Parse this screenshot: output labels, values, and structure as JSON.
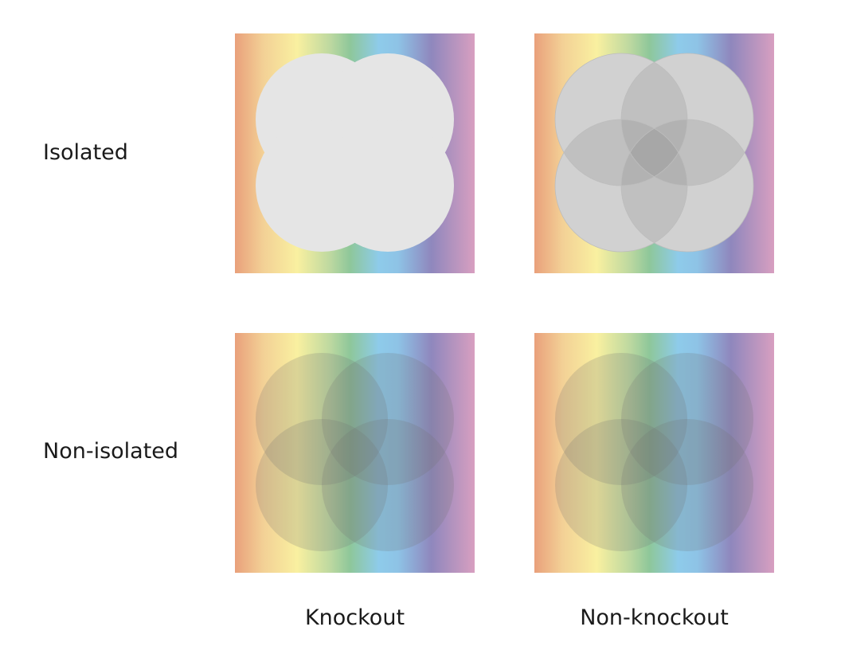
{
  "row_labels": {
    "isolated": "Isolated",
    "non_isolated": "Non-isolated"
  },
  "column_labels": {
    "knockout": "Knockout",
    "non_knockout": "Non-knockout"
  },
  "colors": {
    "spectrum": [
      "#e9a07b",
      "#f9f0a0",
      "#8ec79a",
      "#8ecbea",
      "#8f87bd",
      "#d89fc0"
    ],
    "circle_fill": "#e5e5e5",
    "overlap_gray": "#707070"
  }
}
